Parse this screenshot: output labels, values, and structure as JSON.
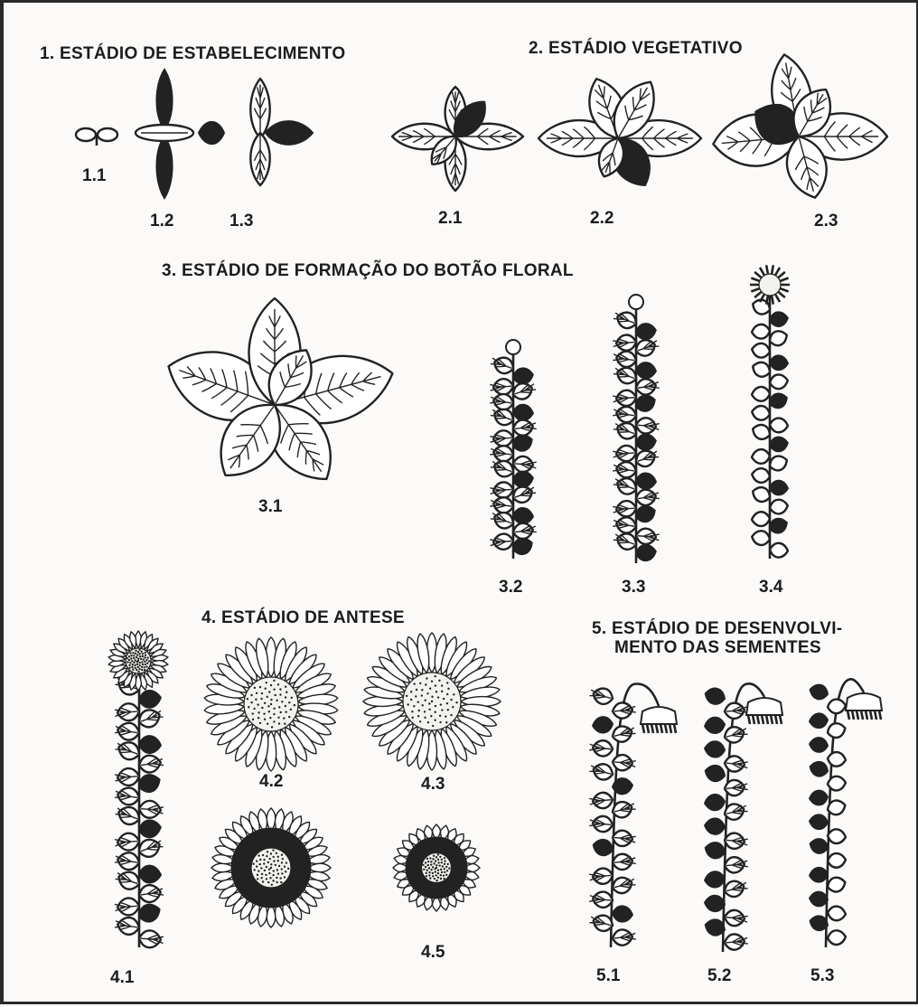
{
  "sections": [
    {
      "id": "s1",
      "title": "1. ESTÁDIO DE ESTABELECIMENTO"
    },
    {
      "id": "s2",
      "title": "2. ESTÁDIO VEGETATIVO"
    },
    {
      "id": "s3",
      "title": "3. ESTÁDIO DE FORMAÇÃO DO BOTÃO FLORAL"
    },
    {
      "id": "s4",
      "title": "4. ESTÁDIO DE ANTESE"
    },
    {
      "id": "s5",
      "title_line1": "5. ESTÁDIO DE DESENVOLVI-",
      "title_line2": "MENTO DAS SEMENTES"
    }
  ],
  "labels": {
    "l1_1": "1.1",
    "l1_2": "1.2",
    "l1_3": "1.3",
    "l2_1": "2.1",
    "l2_2": "2.2",
    "l2_3": "2.3",
    "l3_1": "3.1",
    "l3_2": "3.2",
    "l3_3": "3.3",
    "l3_4": "3.4",
    "l4_1": "4.1",
    "l4_2": "4.2",
    "l4_3": "4.3",
    "l4_5": "4.5",
    "l5_1": "5.1",
    "l5_2": "5.2",
    "l5_3": "5.3"
  }
}
